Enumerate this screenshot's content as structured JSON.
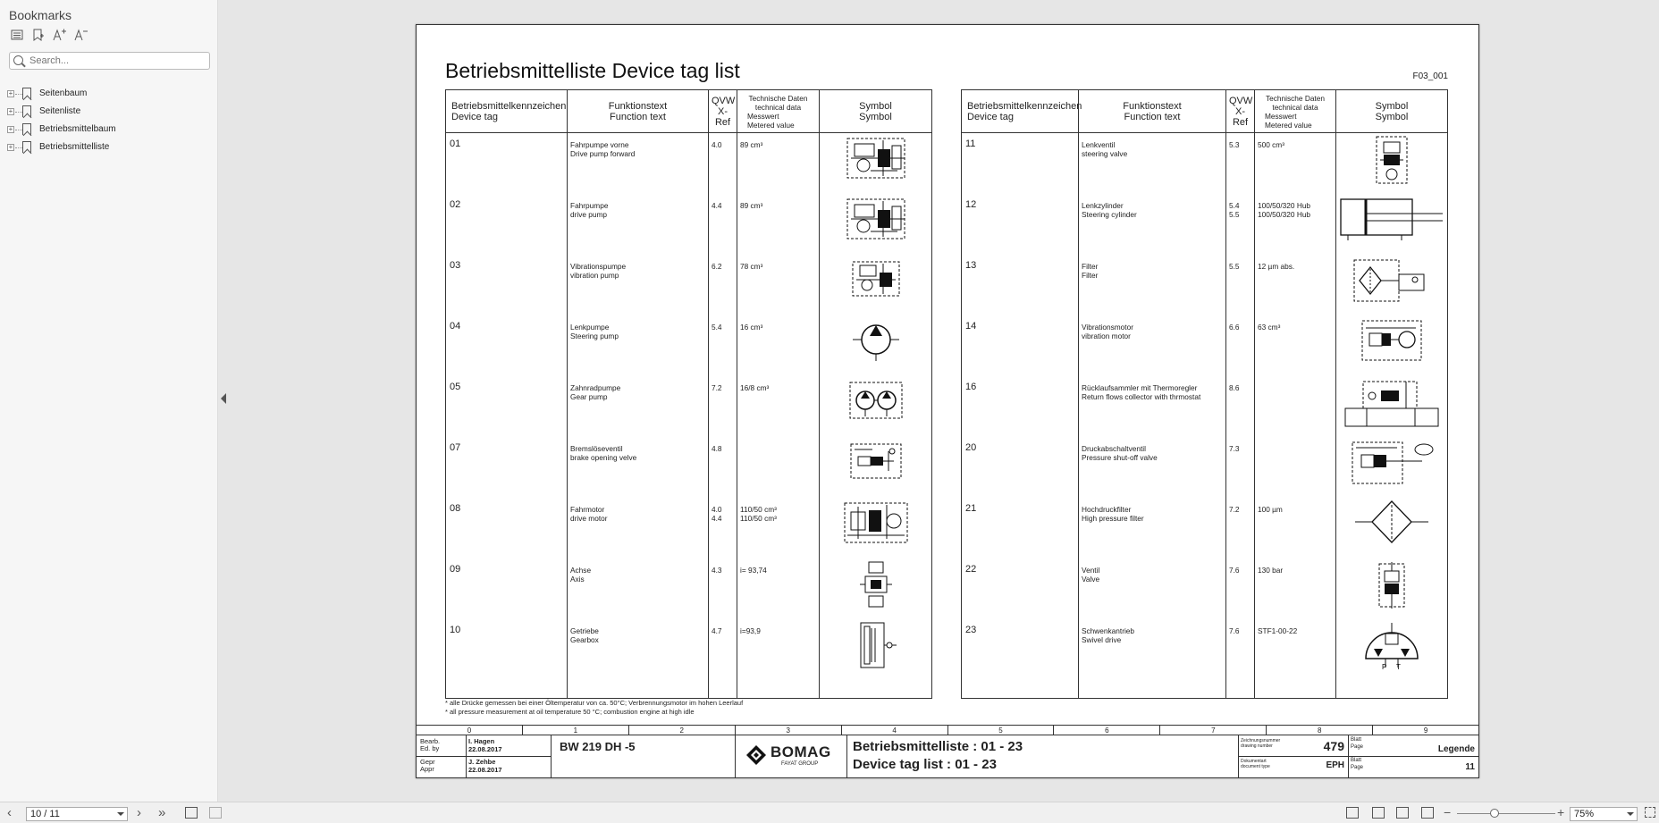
{
  "sidebar": {
    "title": "Bookmarks",
    "search_placeholder": "Search...",
    "items": [
      {
        "label": "Seitenbaum"
      },
      {
        "label": "Seitenliste"
      },
      {
        "label": "Betriebsmittelbaum"
      },
      {
        "label": "Betriebsmittelliste"
      }
    ]
  },
  "document": {
    "title": "Betriebsmittelliste Device tag list",
    "code": "F03_001",
    "headers": {
      "device_tag": [
        "Betriebsmittelkennzeichen",
        "Device tag"
      ],
      "function_text": [
        "Funktionstext",
        "Function text"
      ],
      "qvw": [
        "QVW",
        "X-Ref"
      ],
      "tech": [
        "Technische Daten",
        "technical data",
        "Messwert",
        "Metered value"
      ],
      "symbol": [
        "Symbol",
        "Symbol"
      ]
    },
    "left_rows": [
      {
        "tag": "01",
        "fn1": "Fahrpumpe vorne",
        "fn2": "Drive pump forward",
        "qvw": "4.0",
        "tech": "89 cm³",
        "icon": "pump-assembly-symbol"
      },
      {
        "tag": "02",
        "fn1": "Fahrpumpe",
        "fn2": "drive pump",
        "qvw": "4.4",
        "tech": "89 cm³",
        "icon": "pump-assembly-symbol"
      },
      {
        "tag": "03",
        "fn1": "Vibrationspumpe",
        "fn2": "vibration pump",
        "qvw": "6.2",
        "tech": "78 cm³",
        "icon": "vibration-pump-symbol"
      },
      {
        "tag": "04",
        "fn1": "Lenkpumpe",
        "fn2": "Steering pump",
        "qvw": "5.4",
        "tech": "16 cm³",
        "icon": "hydraulic-pump-symbol"
      },
      {
        "tag": "05",
        "fn1": "Zahnradpumpe",
        "fn2": "Gear pump",
        "qvw": "7.2",
        "tech": "16/8 cm³",
        "icon": "gear-pump-symbol"
      },
      {
        "tag": "07",
        "fn1": "Bremslöseventil",
        "fn2": "brake opening velve",
        "qvw": "4.8",
        "tech": "",
        "icon": "brake-valve-symbol"
      },
      {
        "tag": "08",
        "fn1": "Fahrmotor",
        "fn2": "drive motor",
        "qvw": "4.0\n4.4",
        "tech": "110/50 cm³\n110/50 cm³",
        "icon": "drive-motor-symbol"
      },
      {
        "tag": "09",
        "fn1": "Achse",
        "fn2": "Axis",
        "qvw": "4.3",
        "tech": "i= 93,74",
        "icon": "axle-symbol"
      },
      {
        "tag": "10",
        "fn1": "Getriebe",
        "fn2": "Gearbox",
        "qvw": "4.7",
        "tech": "i=93,9",
        "icon": "gearbox-symbol"
      }
    ],
    "right_rows": [
      {
        "tag": "11",
        "fn1": "Lenkventil",
        "fn2": "steering valve",
        "qvw": "5.3",
        "tech": "500 cm³",
        "icon": "steering-valve-symbol"
      },
      {
        "tag": "12",
        "fn1": "Lenkzylinder",
        "fn2": "Steering cylinder",
        "qvw": "5.4\n5.5",
        "tech": "100/50/320 Hub\n100/50/320 Hub",
        "icon": "cylinder-symbol"
      },
      {
        "tag": "13",
        "fn1": "Filter",
        "fn2": "Filter",
        "qvw": "5.5",
        "tech": "12 µm abs.",
        "icon": "filter-symbol"
      },
      {
        "tag": "14",
        "fn1": "Vibrationsmotor",
        "fn2": "vibration motor",
        "qvw": "6.6",
        "tech": "63 cm³",
        "icon": "vibration-motor-symbol"
      },
      {
        "tag": "16",
        "fn1": "Rücklaufsammler mit Thermoregler",
        "fn2": "Return flows collector with thrmostat",
        "qvw": "8.6",
        "tech": "",
        "icon": "return-collector-symbol"
      },
      {
        "tag": "20",
        "fn1": "Druckabschaltventil",
        "fn2": "Pressure shut-off valve",
        "qvw": "7.3",
        "tech": "",
        "icon": "shutoff-valve-symbol"
      },
      {
        "tag": "21",
        "fn1": "Hochdruckfilter",
        "fn2": "High pressure filter",
        "qvw": "7.2",
        "tech": "100 µm",
        "icon": "hp-filter-symbol"
      },
      {
        "tag": "22",
        "fn1": "Ventil",
        "fn2": "Valve",
        "qvw": "7.6",
        "tech": "130 bar",
        "icon": "valve-symbol"
      },
      {
        "tag": "23",
        "fn1": "Schwenkantrieb",
        "fn2": "Swivel drive",
        "qvw": "7.6",
        "tech": "STF1-00-22",
        "icon": "swivel-drive-symbol"
      }
    ],
    "footnote1": "* alle Drücke gemessen bei einer Öltemperatur von ca. 50°C; Verbrennungsmotor im hohen Leerlauf",
    "footnote2": "* all pressure measurement at oil temperature 50 °C; combustion engine at high idle",
    "grid": [
      "0",
      "1",
      "2",
      "3",
      "4",
      "5",
      "6",
      "7",
      "8",
      "9"
    ],
    "titleblock": {
      "bearb": "Bearb.",
      "edby": "Ed. by",
      "name1": "I. Hagen",
      "date1": "22.08.2017",
      "gepr": "Gepr",
      "appr": "Appr",
      "name2": "J. Zehbe",
      "date2": "22.08.2017",
      "model": "BW 219 DH -5",
      "brand": "BOMAG",
      "brand_sub": "FAYAT GROUP",
      "list1": "Betriebsmittelliste : 01 - 23",
      "list2": "Device tag list : 01 - 23",
      "drw_lbl1": "Zeichnungsnummer",
      "drw_lbl2": "drawing number",
      "drw_no": "479",
      "doc_lbl1": "Dokumentart",
      "doc_lbl2": "document type",
      "doc_type": "EPH",
      "blatt": "Blatt",
      "page_lbl": "Page",
      "sheet_name": "Legende",
      "blatt2": "Blatt",
      "page_lbl2": "Page",
      "sheet_no": "11"
    }
  },
  "bottombar": {
    "page_indicator": "10 / 11",
    "zoom": "75%",
    "zoom_fraction": 0.38
  }
}
